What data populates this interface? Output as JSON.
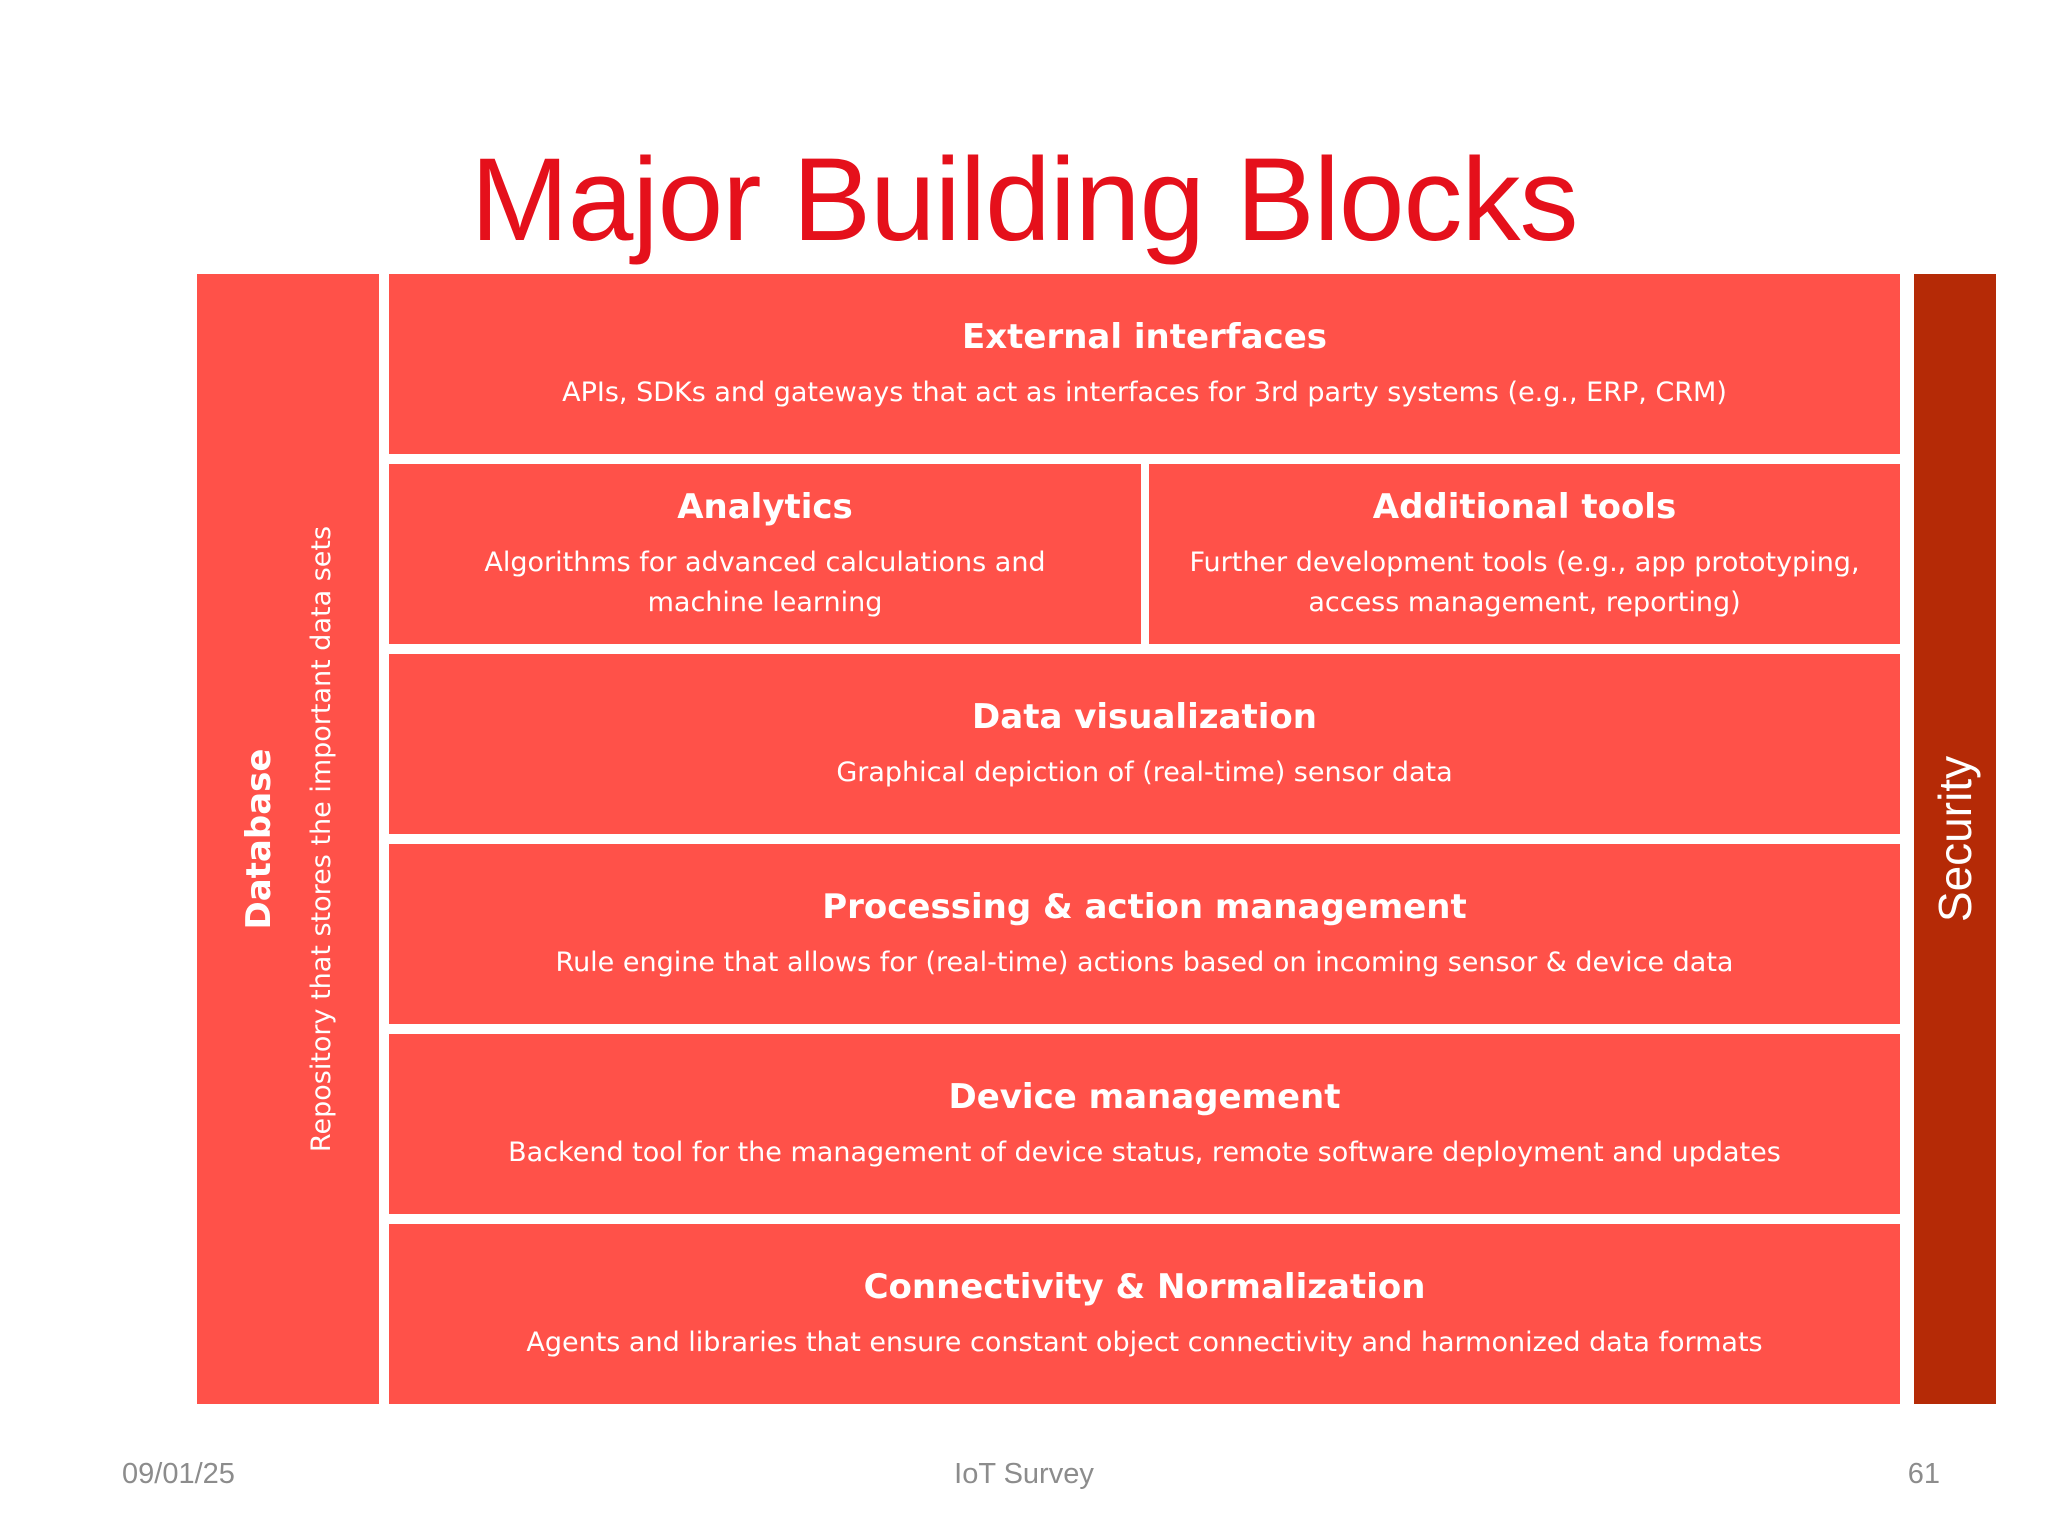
{
  "title": "Major Building Blocks",
  "database": {
    "title": "Database",
    "description": "Repository that stores the important data sets"
  },
  "security": {
    "title": "Security"
  },
  "blocks": {
    "external": {
      "title": "External interfaces",
      "description": "APIs, SDKs and gateways that act as interfaces for 3rd party systems (e.g., ERP, CRM)"
    },
    "analytics": {
      "title": "Analytics",
      "description_line1": "Algorithms for advanced calculations and",
      "description_line2": "machine learning"
    },
    "additional_tools": {
      "title": "Additional tools",
      "description_line1": "Further development tools (e.g., app prototyping,",
      "description_line2": "access management, reporting)"
    },
    "data_visualization": {
      "title": "Data visualization",
      "description": "Graphical depiction of (real-time) sensor data"
    },
    "processing": {
      "title": "Processing & action management",
      "description": "Rule engine that allows for (real-time) actions based on incoming sensor & device data"
    },
    "device_management": {
      "title": "Device management",
      "description": "Backend tool for the management of device status, remote software deployment and updates"
    },
    "connectivity": {
      "title": "Connectivity & Normalization",
      "description": "Agents and libraries that ensure constant object connectivity and harmonized data formats"
    }
  },
  "footer": {
    "date": "09/01/25",
    "center": "IoT Survey",
    "page": "61"
  },
  "colors": {
    "title": "#e5101b",
    "block": "#ff5149",
    "security": "#b52a06",
    "footer_text": "#8c8c8c"
  }
}
